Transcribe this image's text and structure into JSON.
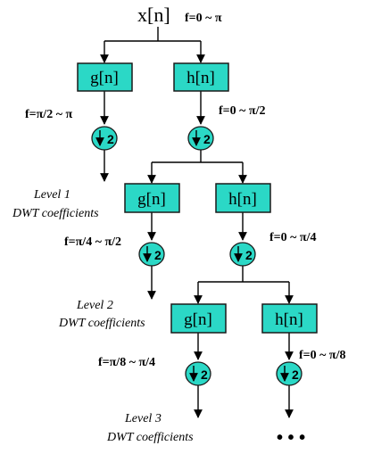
{
  "input": {
    "label": "x[n]",
    "band": "f=0 ~ π"
  },
  "filters": {
    "low": "g[n]",
    "high": "h[n]"
  },
  "downsample": "2",
  "stages": [
    {
      "low_band": "f=π/2 ~ π",
      "high_band": "f=0 ~ π/2",
      "level_line1": "Level 1",
      "level_line2": "DWT coefficients"
    },
    {
      "low_band": "f=π/4 ~ π/2",
      "high_band": "f=0 ~ π/4",
      "level_line1": "Level 2",
      "level_line2": "DWT coefficients"
    },
    {
      "low_band": "f=π/8 ~ π/4",
      "high_band": "f=0 ~ π/8",
      "level_line1": "Level 3",
      "level_line2": "DWT coefficients"
    }
  ],
  "continuation": "• • •"
}
